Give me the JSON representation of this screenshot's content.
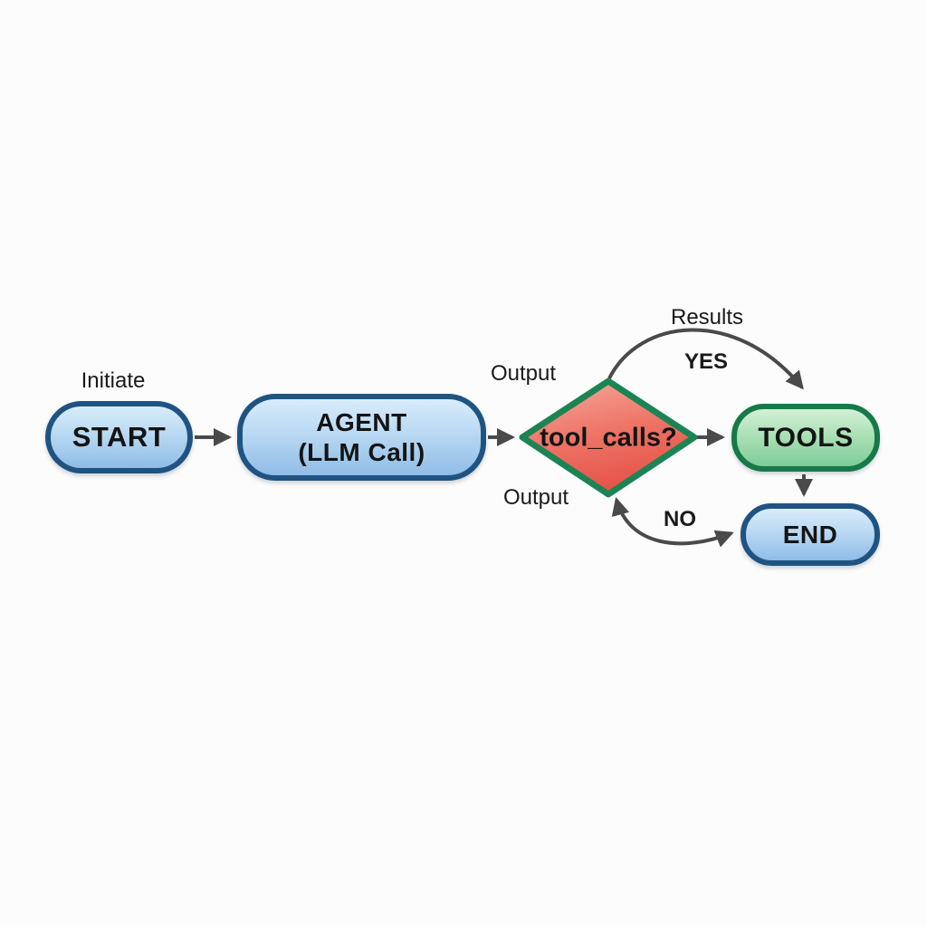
{
  "diagram": {
    "nodes": {
      "start": {
        "label": "START",
        "shape": "stadium",
        "color_scheme": "blue"
      },
      "agent": {
        "line1": "AGENT",
        "line2": "(LLM Call)",
        "shape": "rounded-rect",
        "color_scheme": "blue"
      },
      "decision": {
        "label": "tool_calls?",
        "shape": "diamond",
        "color_scheme": "red-green"
      },
      "tools": {
        "label": "TOOLS",
        "shape": "rounded-rect",
        "color_scheme": "green"
      },
      "end": {
        "label": "END",
        "shape": "rounded-rect",
        "color_scheme": "blue"
      }
    },
    "edge_labels": {
      "initiate": "Initiate",
      "output_top": "Output",
      "output_bottom": "Output",
      "results": "Results",
      "yes": "YES",
      "no": "NO"
    },
    "edges": [
      {
        "from": "start",
        "to": "agent",
        "label": "Initiate",
        "style": "straight"
      },
      {
        "from": "agent",
        "to": "decision",
        "label": "Output",
        "style": "straight"
      },
      {
        "from": "decision",
        "to": "tools",
        "label": "YES",
        "style": "straight"
      },
      {
        "from": "decision",
        "to": "tools",
        "label": "Results / YES",
        "style": "curved-over-top"
      },
      {
        "from": "tools",
        "to": "end",
        "label": "",
        "style": "straight-down"
      },
      {
        "from": "decision",
        "to": "end",
        "label": "NO / Output",
        "style": "curved-double-headed"
      }
    ],
    "colors": {
      "blue_node_border": "#1f5382",
      "blue_node_fill_top": "#d8ecfa",
      "blue_node_fill_bottom": "#8fbce6",
      "green_node_border": "#157a48",
      "green_node_fill_top": "#d4f0d6",
      "green_node_fill_bottom": "#7fcc99",
      "decision_border": "#1c8454",
      "decision_fill_light": "#f5a79b",
      "decision_fill_dark": "#e6544a",
      "arrow": "#4a4a4a",
      "text": "#141414",
      "background": "#fcfcfc"
    }
  }
}
